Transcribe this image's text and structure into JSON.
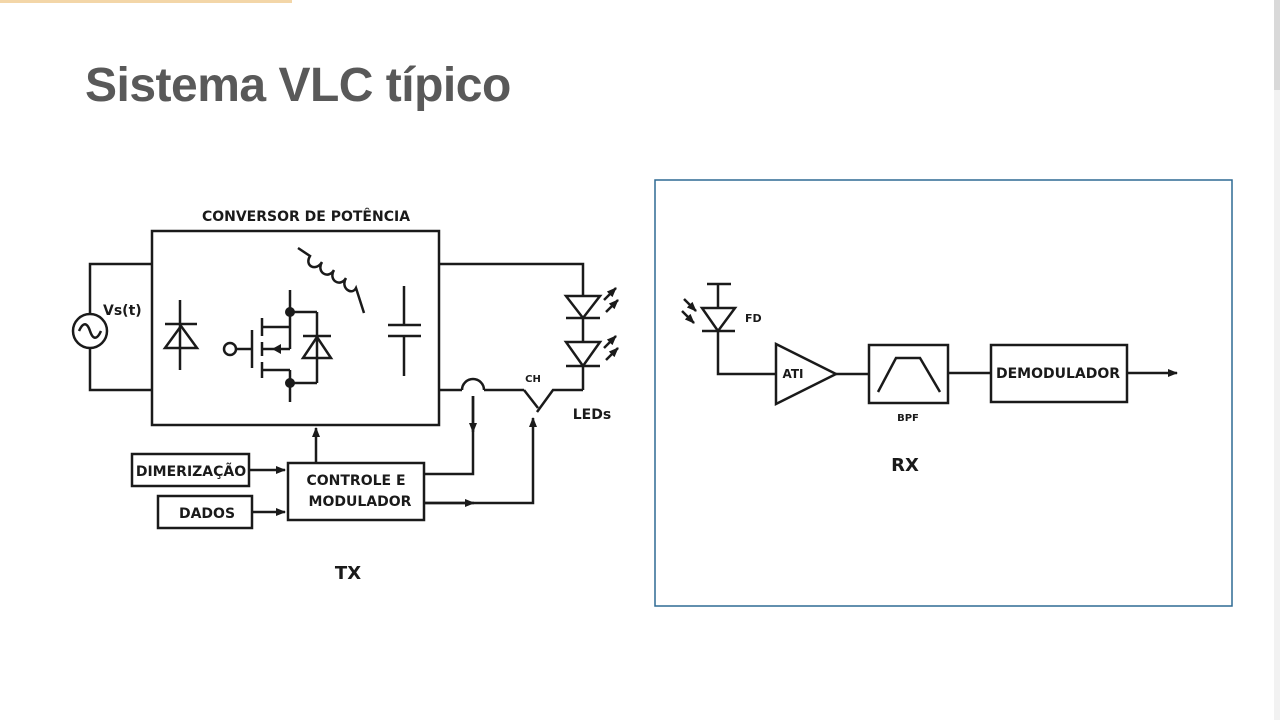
{
  "slide": {
    "title": "Sistema VLC típico"
  },
  "tx": {
    "caption": "TX",
    "power_converter_label": "CONVERSOR DE POTÊNCIA",
    "source_label": "Vs(t)",
    "switch_label": "CH",
    "leds_label": "LEDs",
    "dimming_label": "DIMERIZAÇÃO",
    "data_label": "DADOS",
    "controller_line1": "CONTROLE E",
    "controller_line2": "MODULADOR"
  },
  "rx": {
    "caption": "RX",
    "photodiode_label": "FD",
    "amplifier_label": "ATI",
    "filter_label": "BPF",
    "demodulator_label": "DEMODULADOR"
  },
  "colors": {
    "title": "#595959",
    "line": "#1a1a1a",
    "rx_frame": "#2e6a94",
    "accent": "#f3d6a8"
  }
}
